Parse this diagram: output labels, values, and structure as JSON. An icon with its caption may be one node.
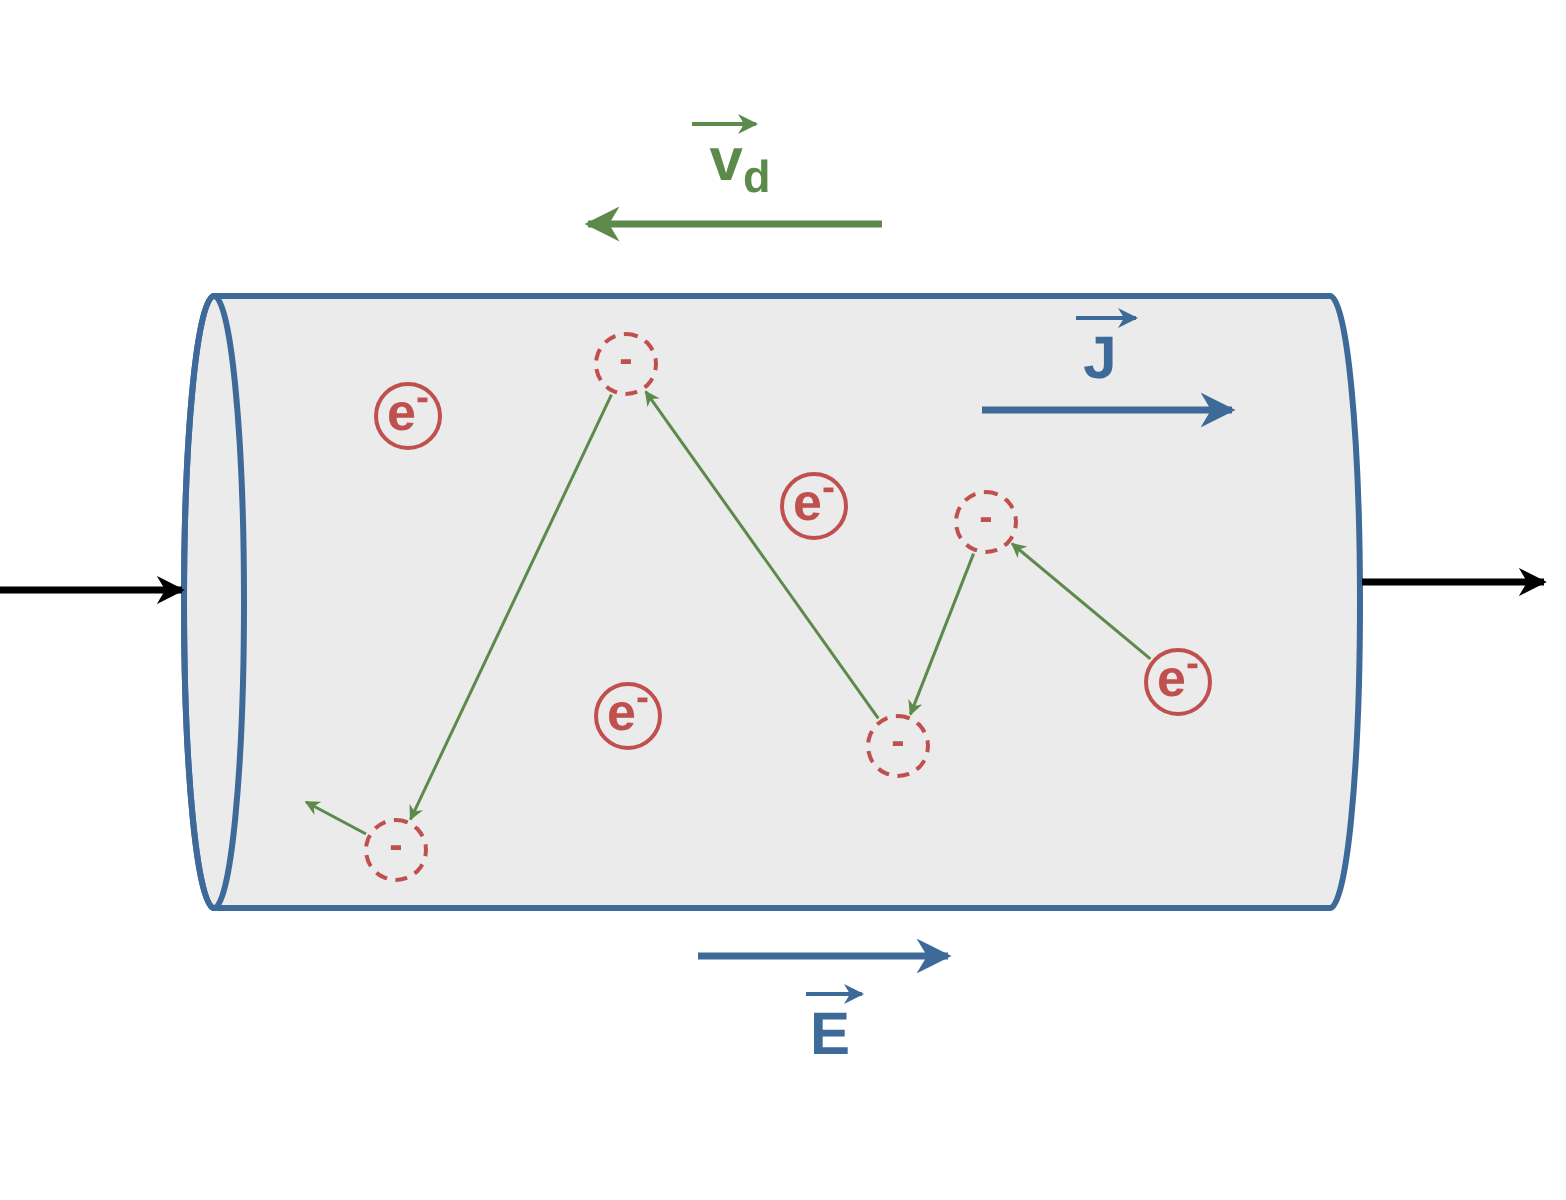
{
  "diagram": {
    "nodes": [
      {
        "text": [],
        "shape": "cylinder"
      },
      {
        "text": [
          "-"
        ],
        "in": 0
      },
      {
        "text": [
          "e$^{-}$"
        ],
        "in": 0
      },
      {
        "text": [
          "e$^{-}$"
        ],
        "in": 0
      },
      {
        "text": [
          "-"
        ],
        "in": 0
      },
      {
        "text": [
          "e$^{-}$"
        ],
        "in": 0
      },
      {
        "text": [
          "e$^{-}$"
        ],
        "in": 0
      },
      {
        "text": [
          "-"
        ],
        "in": 0
      },
      {
        "text": [
          "-"
        ],
        "in": 0
      }
    ],
    "edges": [
      {
        "from": null,
        "to": 0,
        "arrow": "to",
        "style": "thick",
        "color": "#000000"
      },
      {
        "from": 0,
        "to": null,
        "arrow": "to",
        "style": "thick",
        "color": "#000000"
      },
      {
        "from": 5,
        "to": 4,
        "arrow": "to"
      },
      {
        "from": 4,
        "to": 7,
        "arrow": "to"
      },
      {
        "from": 7,
        "to": 1,
        "arrow": "to"
      },
      {
        "from": 1,
        "to": 8,
        "arrow": "to"
      },
      {
        "from": 8,
        "to": null,
        "arrow": "to"
      }
    ],
    "labels": [
      "v$_{d}$",
      "J",
      "E"
    ]
  }
}
